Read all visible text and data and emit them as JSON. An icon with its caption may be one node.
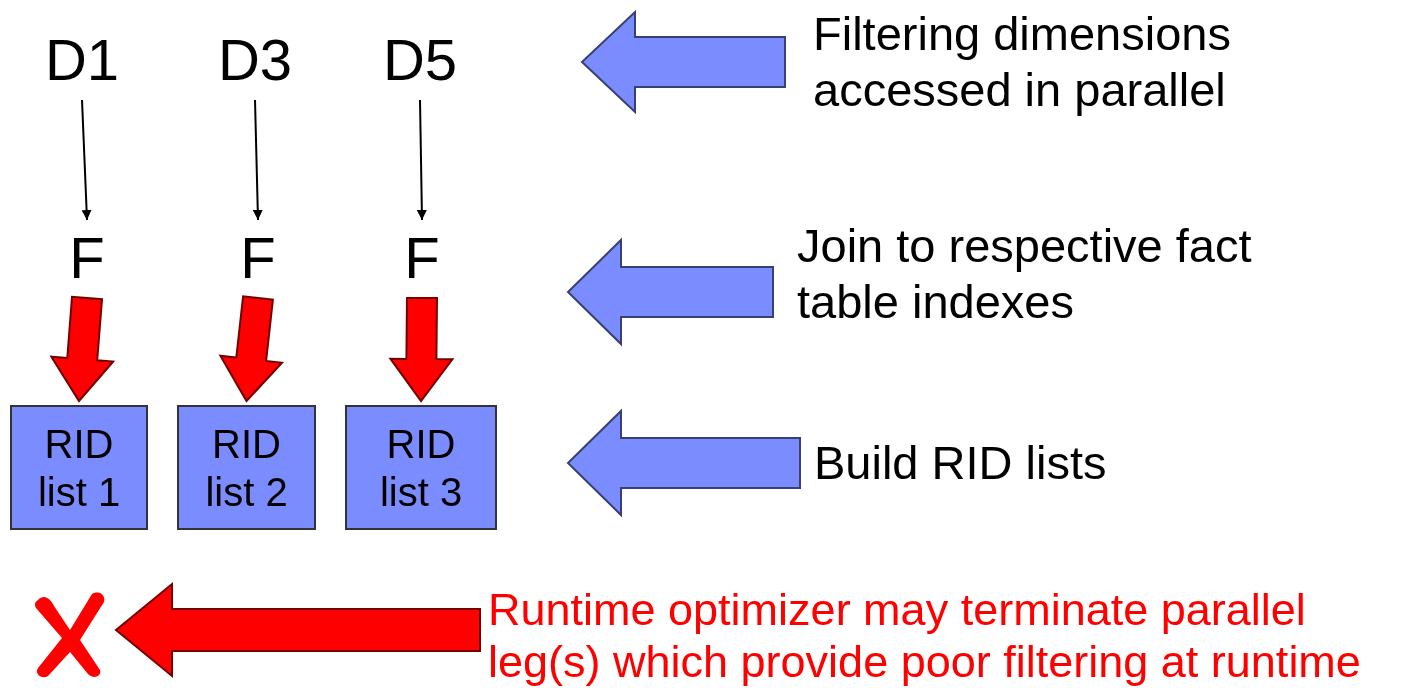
{
  "diagram": {
    "nodes": [
      {
        "text": [
          "D1"
        ]
      },
      {
        "text": [
          "D3"
        ]
      },
      {
        "text": [
          "D5"
        ]
      },
      {
        "text": [
          "F"
        ]
      },
      {
        "text": [
          "F"
        ]
      },
      {
        "text": [
          "F"
        ]
      },
      {
        "text": [
          "RID list 1"
        ]
      },
      {
        "text": [
          "RID list 2"
        ]
      },
      {
        "text": [
          "RID list 3"
        ]
      },
      {
        "text": [
          "Filtering dimensions accessed in parallel"
        ]
      },
      {
        "text": [
          "Join to respective fact table indexes"
        ]
      },
      {
        "text": [
          "Build RID lists"
        ]
      },
      {
        "text": [],
        "shape": "cross"
      },
      {
        "text": [
          "Runtime optimizer may terminate parallel leg(s) which provide poor filtering at runtime"
        ]
      }
    ],
    "edges": [
      {
        "from": 0,
        "to": 3,
        "arrow": "to"
      },
      {
        "from": 1,
        "to": 4,
        "arrow": "to"
      },
      {
        "from": 2,
        "to": 5,
        "arrow": "to"
      },
      {
        "from": 3,
        "to": 6,
        "arrow": "to",
        "style": "thick",
        "color": "#ff0000"
      },
      {
        "from": 4,
        "to": 7,
        "arrow": "to",
        "style": "thick",
        "color": "#ff0000"
      },
      {
        "from": 5,
        "to": 8,
        "arrow": "to",
        "style": "thick",
        "color": "#ff0000"
      },
      {
        "from": 9,
        "to": null,
        "arrow": "to",
        "style": "thick",
        "color": "#7b8cff"
      },
      {
        "from": 10,
        "to": null,
        "arrow": "to",
        "style": "thick",
        "color": "#7b8cff"
      },
      {
        "from": 11,
        "to": null,
        "arrow": "to",
        "style": "thick",
        "color": "#7b8cff"
      },
      {
        "from": 13,
        "to": 12,
        "arrow": "to",
        "style": "thick",
        "color": "#ff0000"
      }
    ]
  }
}
